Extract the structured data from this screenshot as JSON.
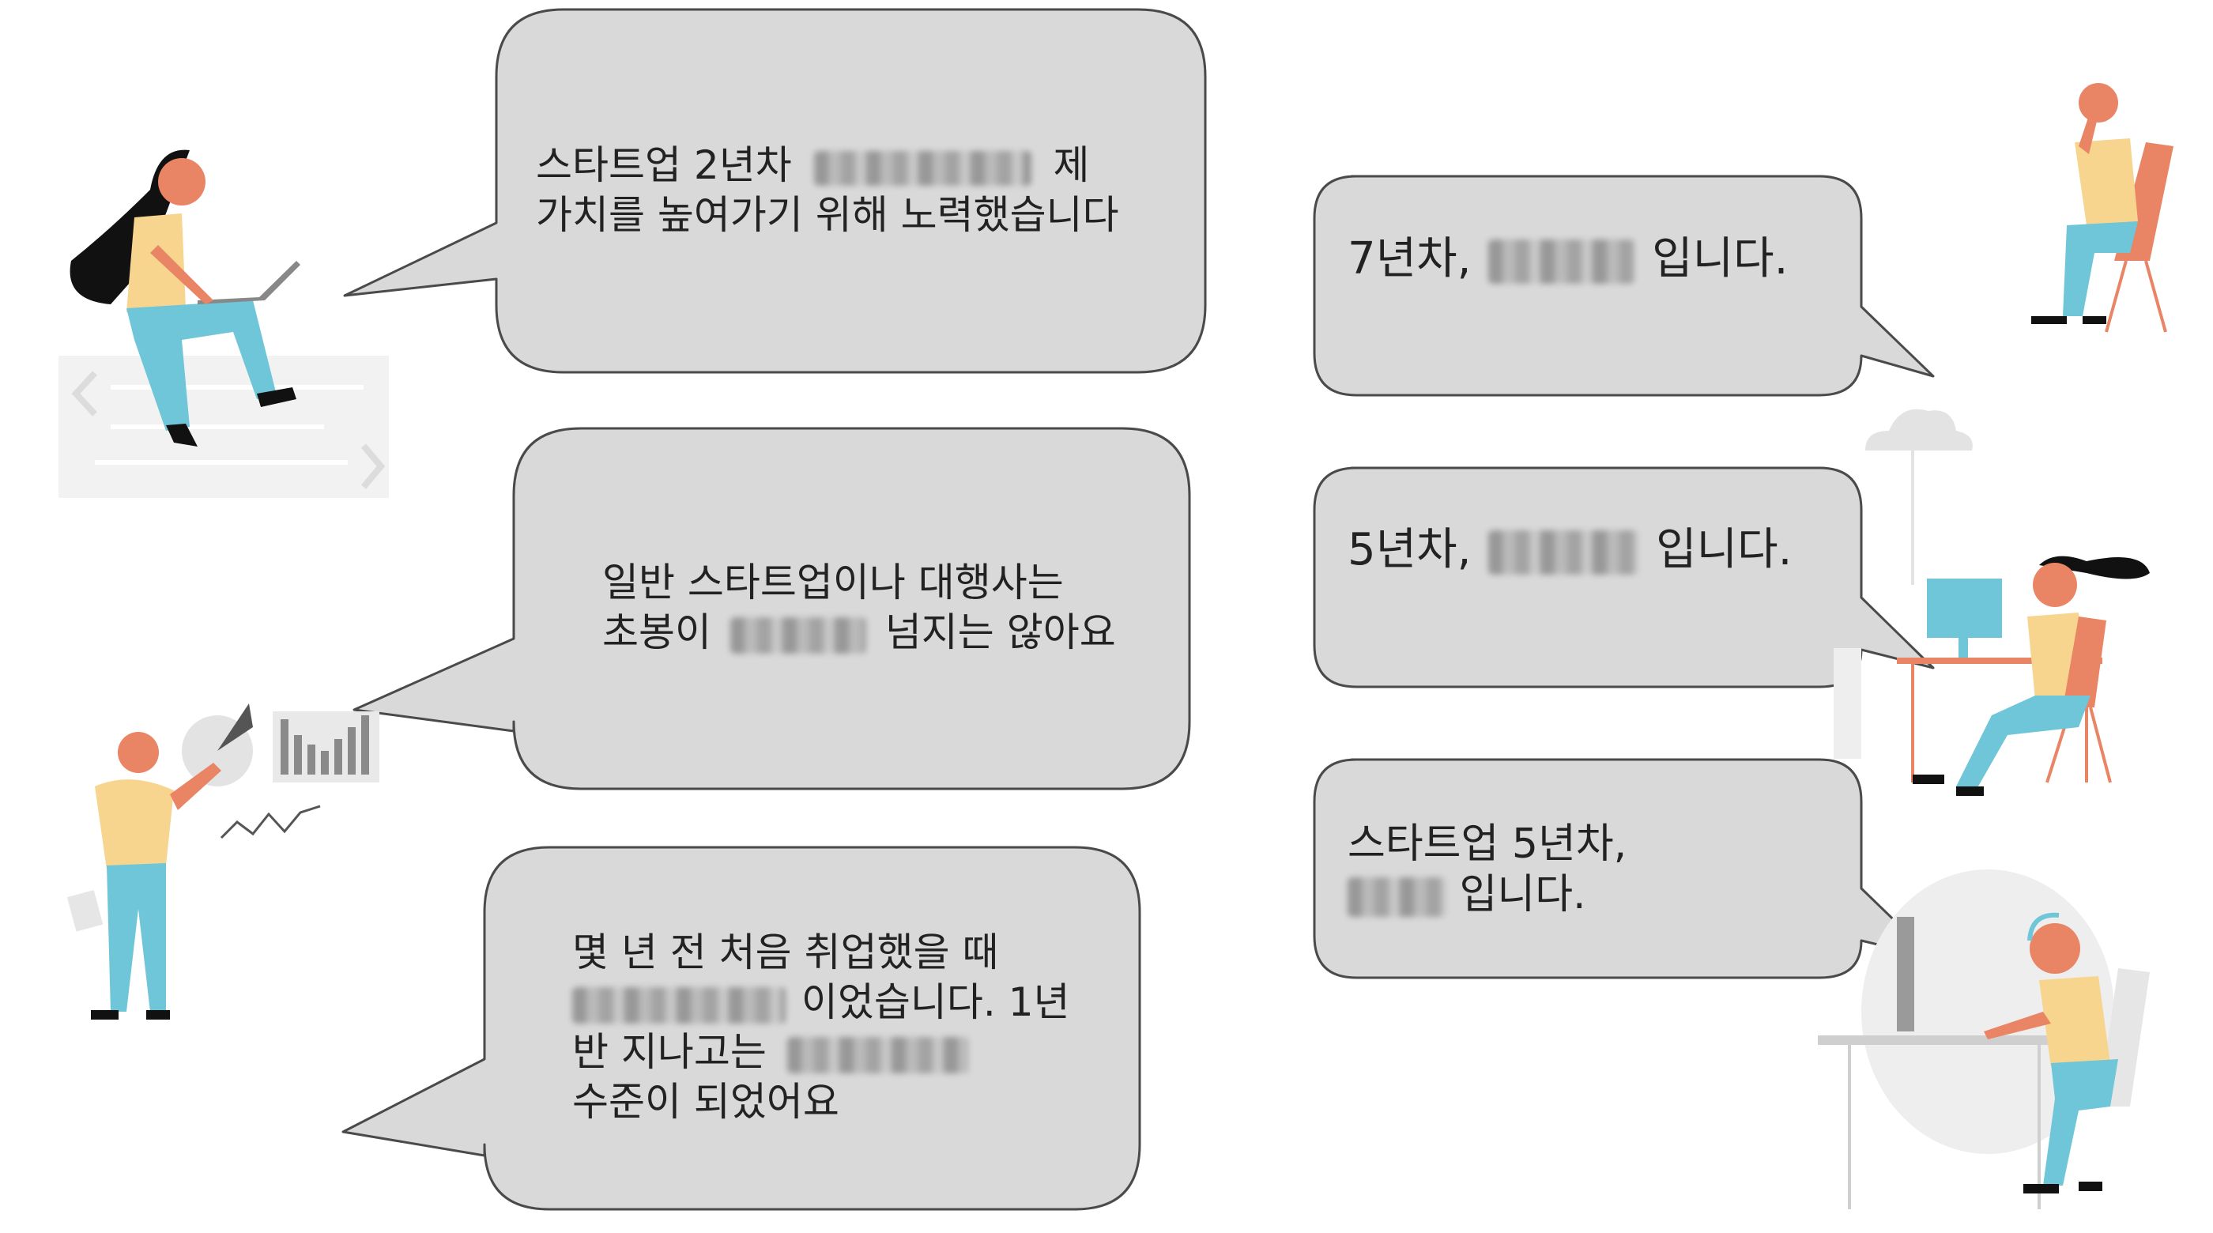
{
  "colors": {
    "bubble_fill": "#d9d9d9",
    "bubble_stroke": "#4a4a4a",
    "skin": "#e98565",
    "shirt": "#f7d58f",
    "pants": "#6ec6d8",
    "hair_dark": "#111111",
    "chair": "#e98565",
    "panel": "#f2f2f2"
  },
  "bubbles": {
    "b1": {
      "line1_a": "스타트업 2년차",
      "line1_b": "제",
      "line2": "가치를 높여가기 위해 노력했습니다"
    },
    "b2": {
      "line1": "일반 스타트업이나 대행사는",
      "line2_a": "초봉이",
      "line2_b": "넘지는 않아요"
    },
    "b3": {
      "line1": "몇 년 전 처음 취업했을 때",
      "line2_b": "이었습니다. 1년",
      "line3_a": "반 지나고는",
      "line4": "수준이 되었어요"
    },
    "b4": {
      "line1_a": "7년차,",
      "line1_b": "입니다."
    },
    "b5": {
      "line1_a": "5년차,",
      "line1_b": "입니다."
    },
    "b6": {
      "line1": "스타트업 5년차,",
      "line2_b": "입니다."
    }
  },
  "illustrations": [
    "woman-with-laptop-illustration",
    "man-presenting-chart-illustration",
    "man-on-phone-illustration",
    "woman-at-desk-illustration",
    "man-with-headset-illustration"
  ]
}
